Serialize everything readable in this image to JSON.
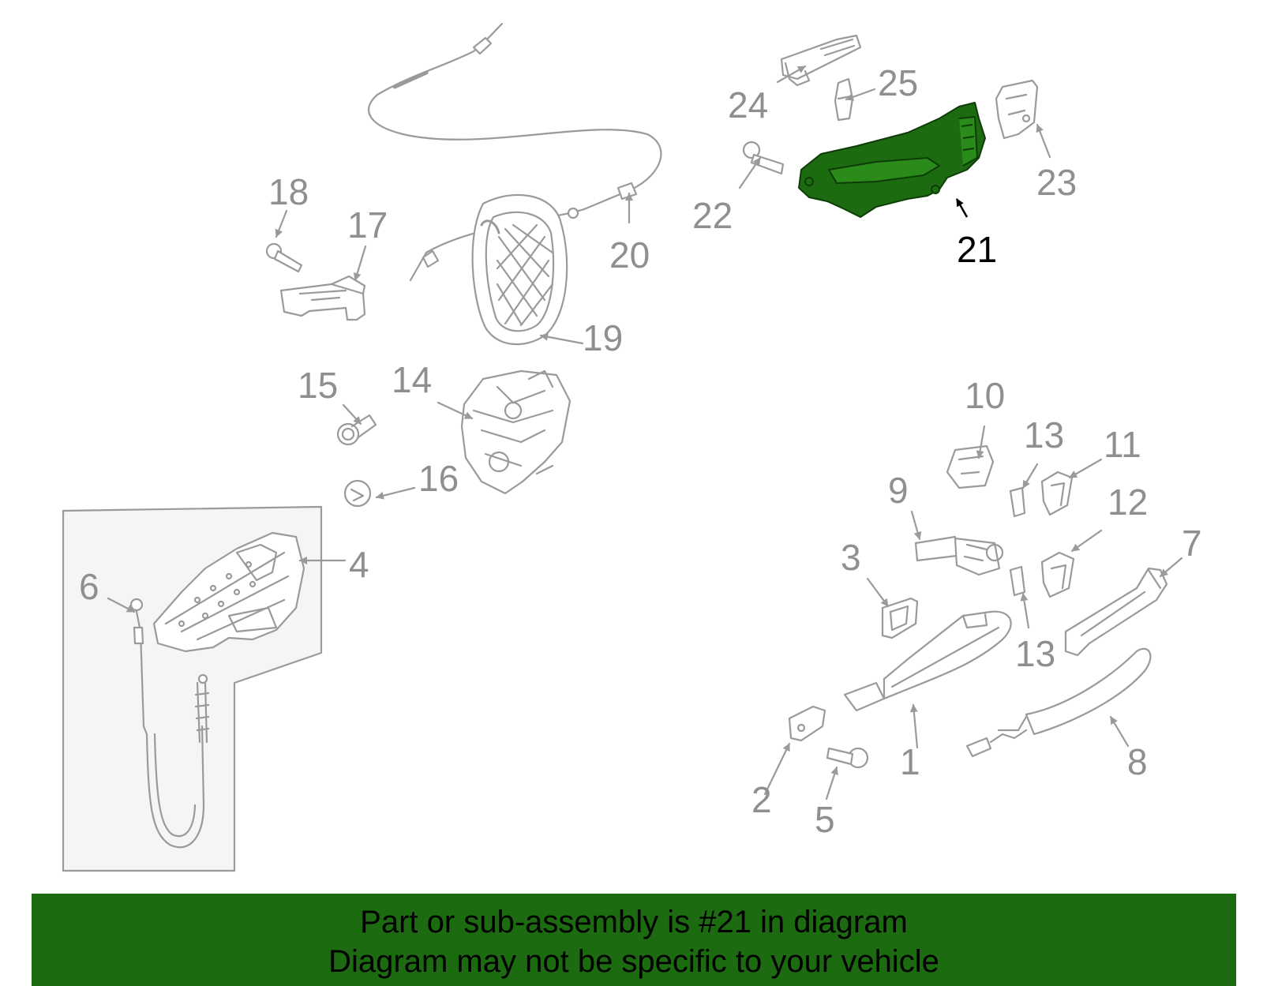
{
  "highlight_part": "21",
  "colors": {
    "line": "#9a9a9a",
    "highlight": "#1c6b10",
    "banner": "#1c6b10",
    "label": "#8f8f8f",
    "panel": "#f5f5f5"
  },
  "callouts": {
    "c1": "1",
    "c2": "2",
    "c3": "3",
    "c4": "4",
    "c5": "5",
    "c6": "6",
    "c7": "7",
    "c8": "8",
    "c9": "9",
    "c10": "10",
    "c11": "11",
    "c12": "12",
    "c13a": "13",
    "c13b": "13",
    "c14": "14",
    "c15": "15",
    "c16": "16",
    "c17": "17",
    "c18": "18",
    "c19": "19",
    "c20": "20",
    "c21": "21",
    "c22": "22",
    "c23": "23",
    "c24": "24",
    "c25": "25"
  },
  "banner": {
    "line1": "Part or sub-assembly is #21 in diagram",
    "line2": "Diagram may not be specific to your vehicle"
  }
}
